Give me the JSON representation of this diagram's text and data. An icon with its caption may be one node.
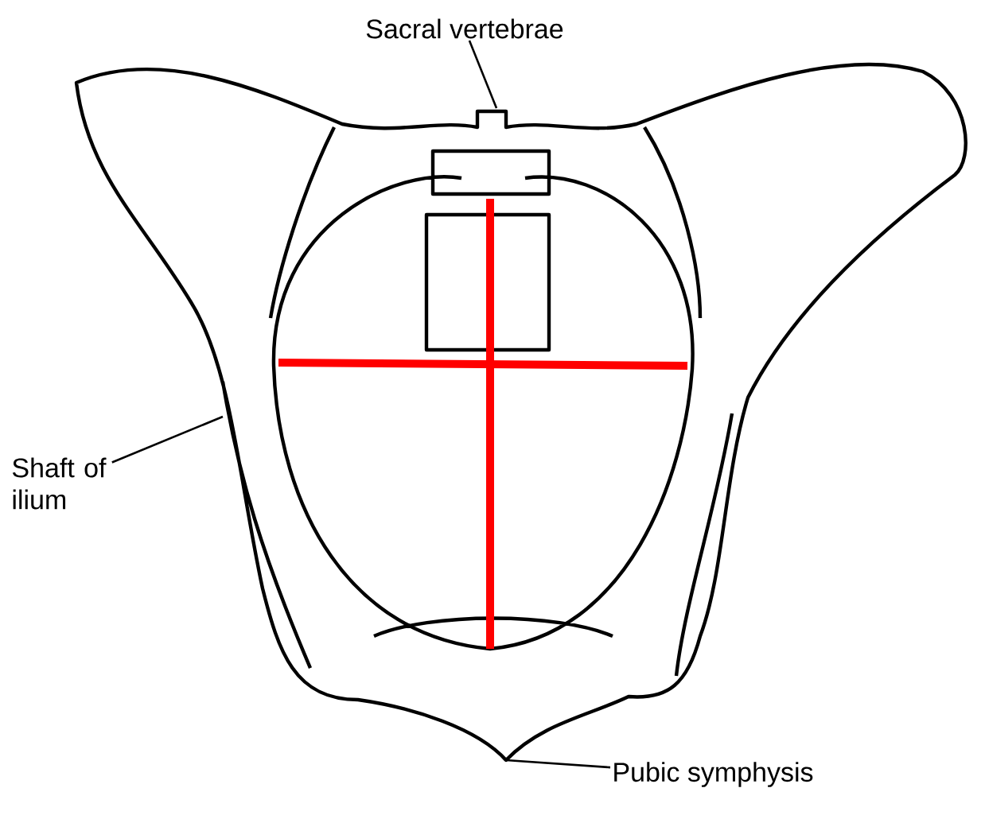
{
  "diagram": {
    "nodes": [
      {
        "text": [
          "Sacral vertebrae"
        ]
      },
      {
        "text": [
          "Shaft of ilium"
        ]
      },
      {
        "text": [
          "Pubic symphysis"
        ]
      }
    ],
    "edges": [
      {
        "from": 0,
        "to": null,
        "arrow": "none"
      },
      {
        "from": 1,
        "to": null,
        "arrow": "none"
      },
      {
        "from": 2,
        "to": null,
        "arrow": "none"
      }
    ]
  }
}
